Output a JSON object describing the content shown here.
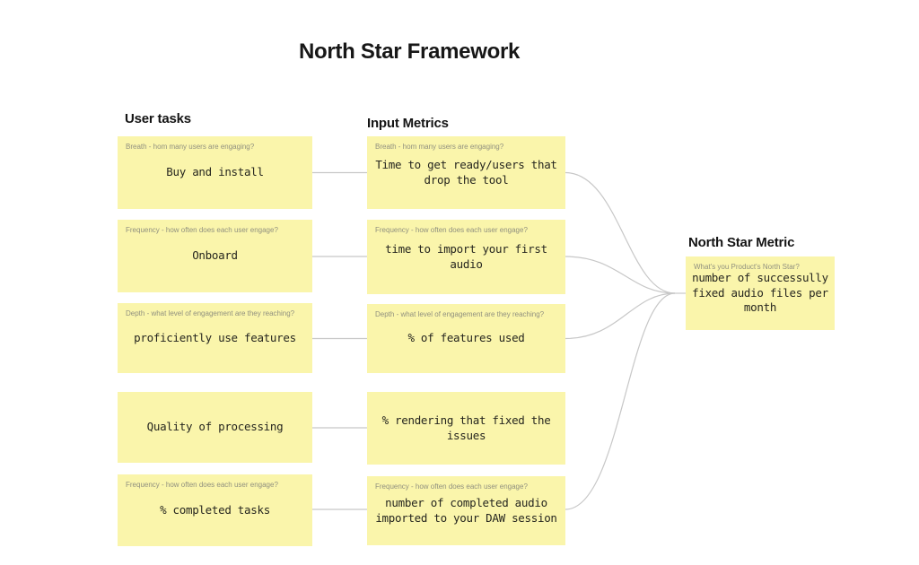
{
  "title": "North Star Framework",
  "colors": {
    "sticky": "#FAF5AB",
    "connector": "#C7C7C7",
    "label": "#90907F",
    "text": "#26261F"
  },
  "columns": {
    "user_tasks": {
      "header": "User tasks",
      "notes": [
        {
          "label": "Breath - hom many users are engaging?",
          "text": "Buy and install"
        },
        {
          "label": "Frequency - how often does each user engage?",
          "text": "Onboard"
        },
        {
          "label": "Depth - what level of engagement are they reaching?",
          "text": "proficiently use features"
        },
        {
          "label": "",
          "text": "Quality of processing"
        },
        {
          "label": "Frequency - how often does each user engage?",
          "text": "% completed tasks"
        }
      ]
    },
    "input_metrics": {
      "header": "Input Metrics",
      "notes": [
        {
          "label": "Breath - hom many users are engaging?",
          "text": "Time to get ready/users that\ndrop the tool"
        },
        {
          "label": "Frequency - how often does each user engage?",
          "text": "time to import your first\naudio"
        },
        {
          "label": "Depth - what level of engagement are they reaching?",
          "text": "% of features used"
        },
        {
          "label": "",
          "text": "% rendering that fixed the\nissues"
        },
        {
          "label": "Frequency - how often does each user engage?",
          "text": "number of completed audio\nimported to your DAW session"
        }
      ]
    },
    "north_star": {
      "header": "North Star Metric",
      "note": {
        "label": "What's you Product's North Star?",
        "text": "number of successully\nfixed audio files per\nmonth"
      }
    }
  }
}
